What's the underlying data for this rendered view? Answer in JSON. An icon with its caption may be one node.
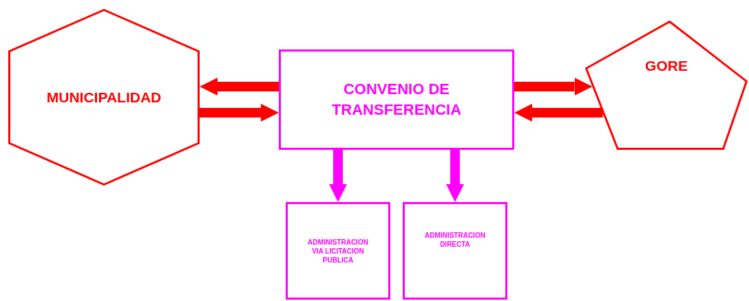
{
  "diagram": {
    "nodes": [
      {
        "text": [
          "MUNICIPALIDAD"
        ]
      },
      {
        "text": [
          "CONVENIO DE TRANSFERENCIA"
        ]
      },
      {
        "text": [
          "GORE"
        ]
      },
      {
        "text": [
          "ADMINISTRACION VIA LICITACION PUBLICA"
        ]
      },
      {
        "text": [
          "ADMINISTRACION DIRECTA"
        ]
      }
    ],
    "edges": [
      {
        "from": 1,
        "to": 0,
        "arrow": "to"
      },
      {
        "from": 0,
        "to": 1,
        "arrow": "to"
      },
      {
        "from": 1,
        "to": 2,
        "arrow": "to"
      },
      {
        "from": 2,
        "to": 1,
        "arrow": "to"
      },
      {
        "from": 1,
        "to": 3,
        "arrow": "to",
        "color": "#ff00ff"
      },
      {
        "from": 1,
        "to": 4,
        "arrow": "to",
        "color": "#ff00ff"
      }
    ]
  }
}
